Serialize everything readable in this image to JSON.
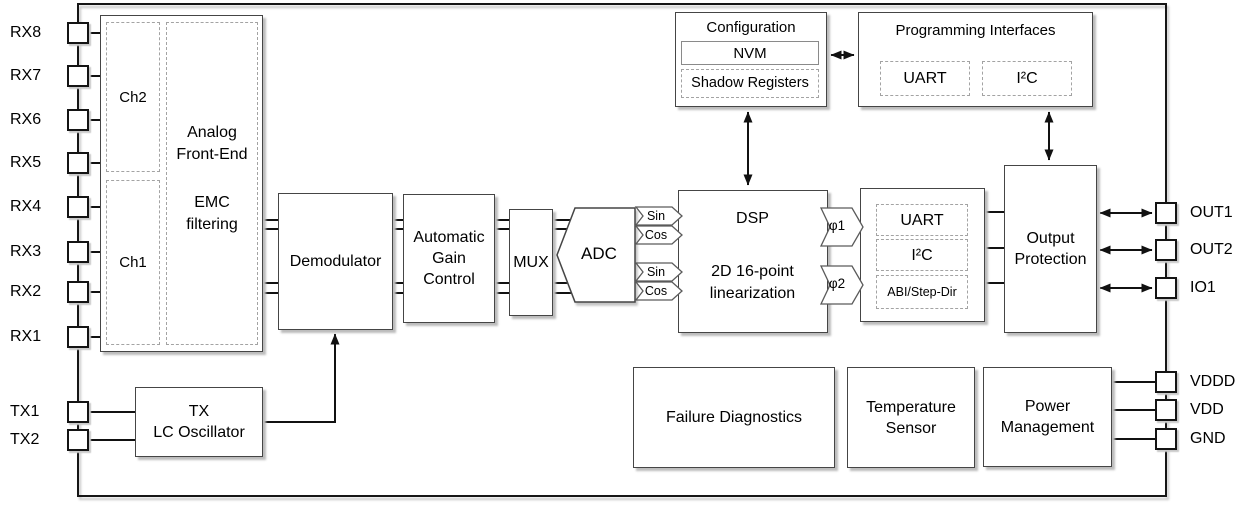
{
  "colors": {
    "background": "#ffffff",
    "chip_border": "#161616",
    "block_border": "#454545",
    "dashed_border": "#a3a3a3",
    "shadow": "#bcbcbc",
    "text": "#000000"
  },
  "pins": {
    "rx8": "RX8",
    "rx7": "RX7",
    "rx6": "RX6",
    "rx5": "RX5",
    "rx4": "RX4",
    "rx3": "RX3",
    "rx2": "RX2",
    "rx1": "RX1",
    "tx1": "TX1",
    "tx2": "TX2",
    "out1": "OUT1",
    "out2": "OUT2",
    "io1": "IO1",
    "vddd": "VDDD",
    "vdd": "VDD",
    "gnd": "GND"
  },
  "afe": {
    "ch2": "Ch2",
    "ch1": "Ch1",
    "title_line1": "Analog",
    "title_line2": "Front-End",
    "emc_line1": "EMC",
    "emc_line2": "filtering"
  },
  "demodulator": {
    "label": "Demodulator"
  },
  "agc": {
    "line1": "Automatic",
    "line2": "Gain",
    "line3": "Control"
  },
  "mux": {
    "label": "MUX"
  },
  "adc": {
    "label": "ADC"
  },
  "signals": {
    "sin1": "Sin",
    "cos1": "Cos",
    "sin2": "Sin",
    "cos2": "Cos",
    "phi1": "φ1",
    "phi2": "φ2"
  },
  "dsp": {
    "title": "DSP",
    "line1": "2D 16-point",
    "line2": "linearization"
  },
  "tx_oscillator": {
    "line1": "TX",
    "line2": "LC Oscillator"
  },
  "configuration": {
    "title": "Configuration",
    "nvm": "NVM",
    "shadow_registers": "Shadow Registers"
  },
  "programming_interfaces": {
    "title": "Programming Interfaces",
    "uart": "UART",
    "i2c": "I²C"
  },
  "output_interfaces": {
    "uart": "UART",
    "i2c": "I²C",
    "abi": "ABI/Step-Dir"
  },
  "output_protection": {
    "line1": "Output",
    "line2": "Protection"
  },
  "failure_diagnostics": {
    "label": "Failure Diagnostics"
  },
  "temperature_sensor": {
    "line1": "Temperature",
    "line2": "Sensor"
  },
  "power_management": {
    "line1": "Power",
    "line2": "Management"
  }
}
